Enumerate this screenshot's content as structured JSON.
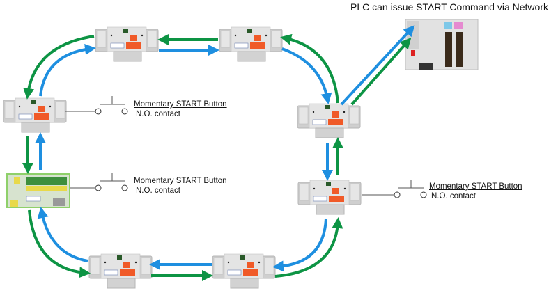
{
  "title": "PLC can issue START Command via Network",
  "button_labels": [
    {
      "title": "Momentary START Button",
      "subtitle": "N.O. contact"
    },
    {
      "title": "Momentary START Button",
      "subtitle": "N.O. contact"
    },
    {
      "title": "Momentary START Button",
      "subtitle": "N.O. contact"
    }
  ],
  "nodes": [
    "device-top-left",
    "device-top-right",
    "device-left",
    "device-right",
    "controller-board",
    "device-right-lower",
    "device-bottom-left",
    "device-bottom-right",
    "plc"
  ],
  "colors": {
    "blue": "#1e8fe0",
    "green": "#0d9444",
    "device": "#d9d9d9",
    "accent": "#f05a28",
    "board": "#8fd06a"
  }
}
